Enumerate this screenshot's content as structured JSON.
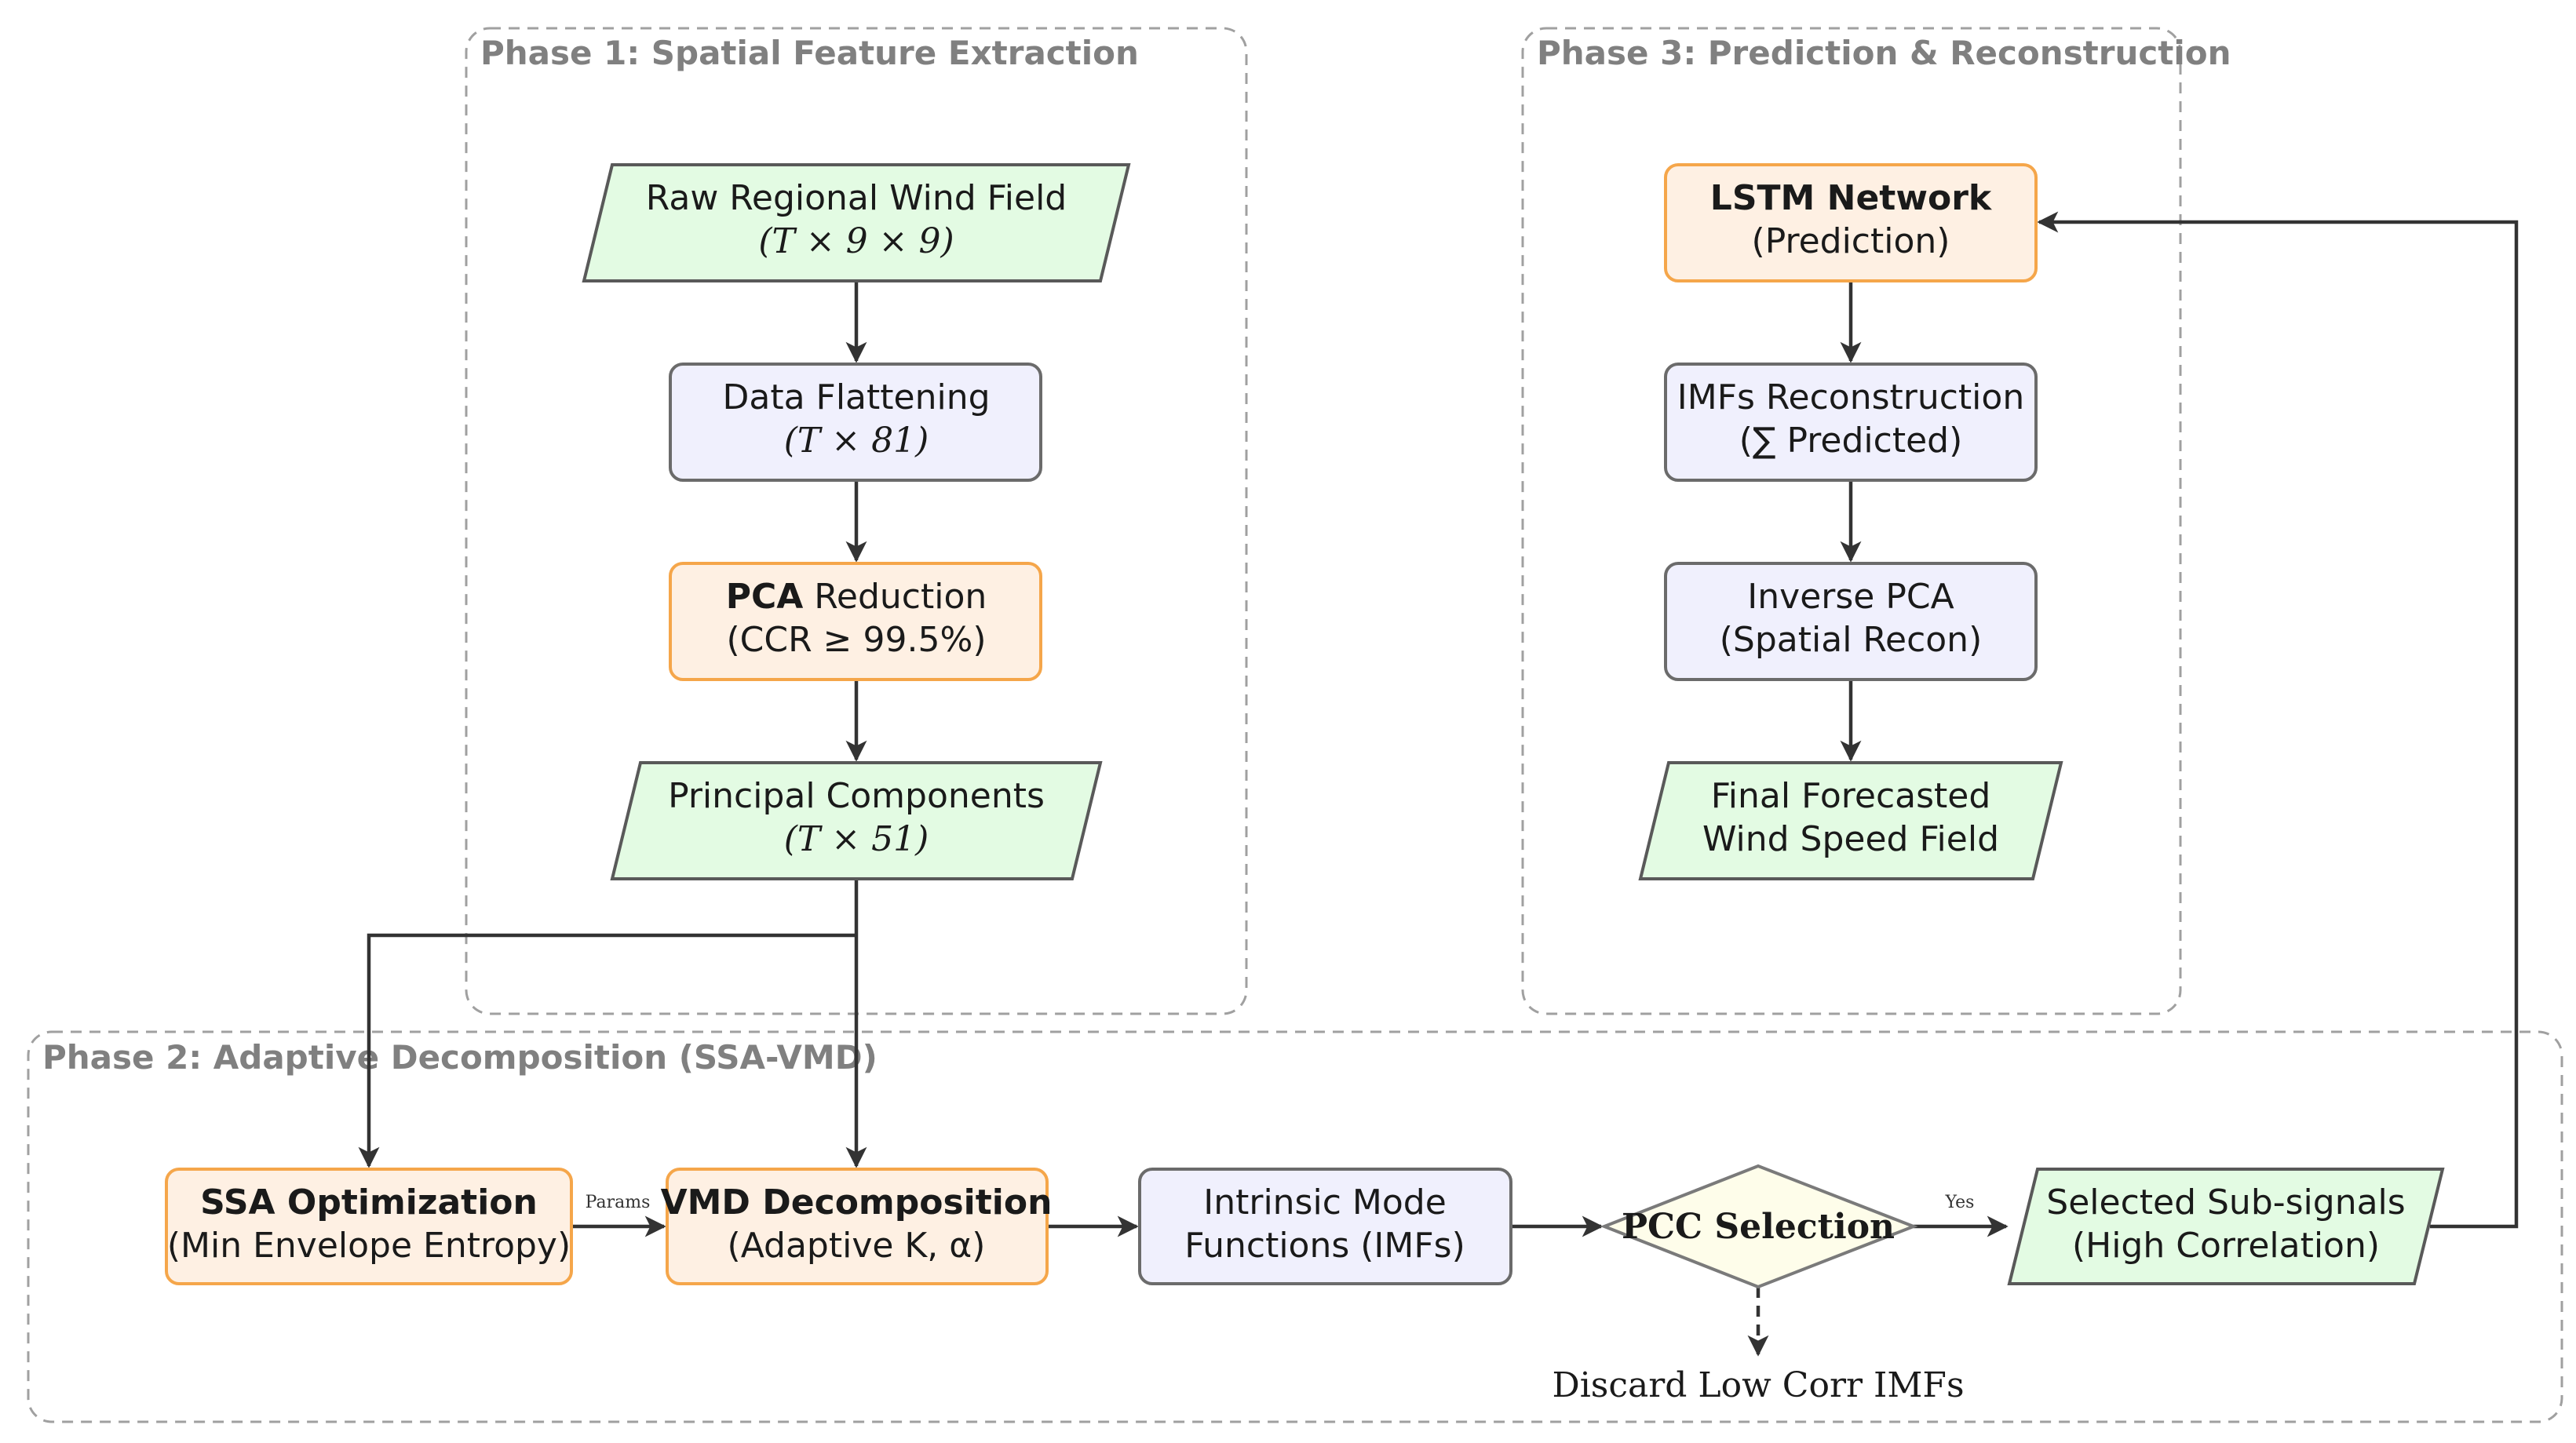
{
  "phases": {
    "phase1": "Phase 1:  Spatial Feature Extraction",
    "phase2": "Phase 2:  Adaptive Decomposition (SSA-VMD)",
    "phase3": "Phase 3:  Prediction & Reconstruction"
  },
  "nodes": {
    "raw_wind_field": {
      "line1": "Raw Regional Wind Field",
      "line2": "(T × 9 × 9)"
    },
    "data_flattening": {
      "line1": "Data Flattening",
      "line2": "(T × 81)"
    },
    "pca_reduction": {
      "bold": "PCA",
      "rest": " Reduction",
      "line2": "(CCR ≥ 99.5%)"
    },
    "principal_components": {
      "line1": "Principal Components",
      "line2": "(T × 51)"
    },
    "ssa_optimization": {
      "line1": "SSA Optimization",
      "line2": "(Min Envelope Entropy)"
    },
    "vmd_decomposition": {
      "line1": "VMD Decomposition",
      "line2": "(Adaptive K, α)"
    },
    "imfs": {
      "line1": "Intrinsic Mode",
      "line2": "Functions (IMFs)"
    },
    "pcc_selection": {
      "line1": "PCC Selection"
    },
    "selected_subsignals": {
      "line1": "Selected Sub-signals",
      "line2": "(High Correlation)"
    },
    "lstm_network": {
      "line1": "LSTM Network",
      "line2": "(Prediction)"
    },
    "imfs_reconstruction": {
      "line1": "IMFs Reconstruction",
      "line2": "(∑ Predicted)"
    },
    "inverse_pca": {
      "line1": "Inverse PCA",
      "line2": "(Spatial Recon)"
    },
    "final_forecast": {
      "line1": "Final Forecasted",
      "line2": "Wind Speed Field"
    }
  },
  "edge_labels": {
    "params": "Params",
    "yes": "Yes",
    "discard": "Discard Low Corr IMFs"
  },
  "colors": {
    "data_fill": "#e3fbe3",
    "data_stroke": "#595959",
    "process_fill": "#f0f0fd",
    "process_stroke": "#6b6b6b",
    "model_fill": "#fef0e3",
    "model_stroke": "#f5a64a",
    "decision_fill": "#fefdea",
    "decision_stroke": "#7a7a7a",
    "group_stroke": "#a0a0a0",
    "arrow": "#333333"
  }
}
